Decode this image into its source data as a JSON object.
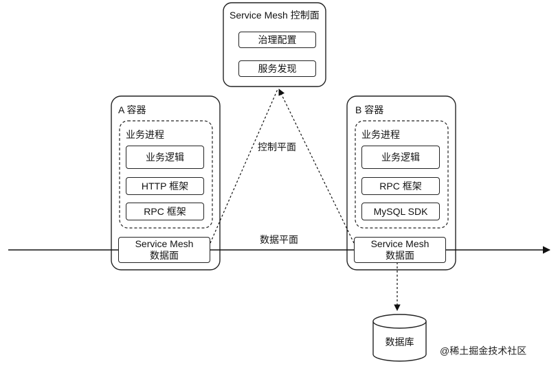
{
  "control_plane": {
    "title": "Service Mesh 控制面",
    "items": [
      "治理配置",
      "服务发现"
    ]
  },
  "container_a": {
    "title": "A 容器",
    "process_title": "业务进程",
    "modules": [
      "业务逻辑",
      "HTTP 框架",
      "RPC 框架"
    ],
    "sidecar": "Service Mesh\n数据面"
  },
  "container_b": {
    "title": "B 容器",
    "process_title": "业务进程",
    "modules": [
      "业务逻辑",
      "RPC 框架",
      "MySQL SDK"
    ],
    "sidecar": "Service Mesh\n数据面"
  },
  "labels": {
    "control_plane_link": "控制平面",
    "data_plane_link": "数据平面"
  },
  "database": {
    "label": "数据库"
  },
  "watermark": "@稀土掘金技术社区"
}
